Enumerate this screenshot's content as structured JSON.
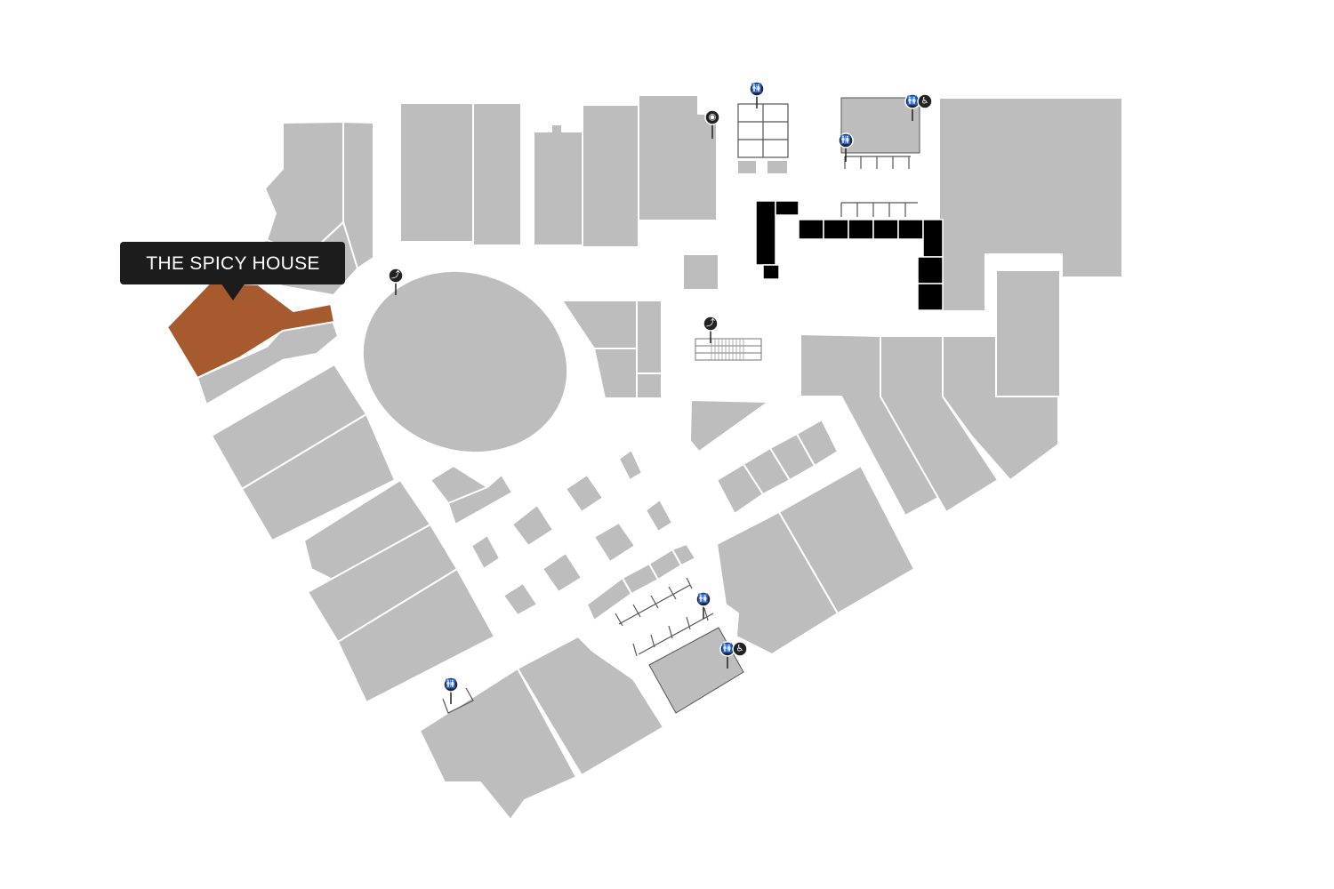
{
  "highlighted_store": {
    "name": "THE SPICY HOUSE",
    "color": "#a65a2e"
  },
  "colors": {
    "unit": "#bdbdbd",
    "anchor_block": "#000000",
    "label_background": "#1c1c1c"
  },
  "amenity_icons": [
    {
      "id": "restroom-north",
      "icon": "restroom-icon",
      "glyph": "🚻"
    },
    {
      "id": "baby-change",
      "icon": "baby-change-icon",
      "glyph": "◉"
    },
    {
      "id": "restroom-ne-1",
      "icon": "restroom-icon",
      "glyph": "🚻"
    },
    {
      "id": "accessible-ne",
      "icon": "wheelchair-icon",
      "glyph": "♿"
    },
    {
      "id": "restroom-ne-2",
      "icon": "restroom-icon",
      "glyph": "🚻"
    },
    {
      "id": "escalator-west",
      "icon": "escalator-icon",
      "glyph": "⤴"
    },
    {
      "id": "escalator-center",
      "icon": "escalator-icon",
      "glyph": "⤴"
    },
    {
      "id": "restroom-south-1",
      "icon": "restroom-icon",
      "glyph": "🚻"
    },
    {
      "id": "restroom-south-2",
      "icon": "restroom-icon",
      "glyph": "🚻"
    },
    {
      "id": "accessible-south",
      "icon": "wheelchair-icon",
      "glyph": "♿"
    },
    {
      "id": "restroom-southwest",
      "icon": "restroom-icon",
      "glyph": "🚻"
    }
  ]
}
